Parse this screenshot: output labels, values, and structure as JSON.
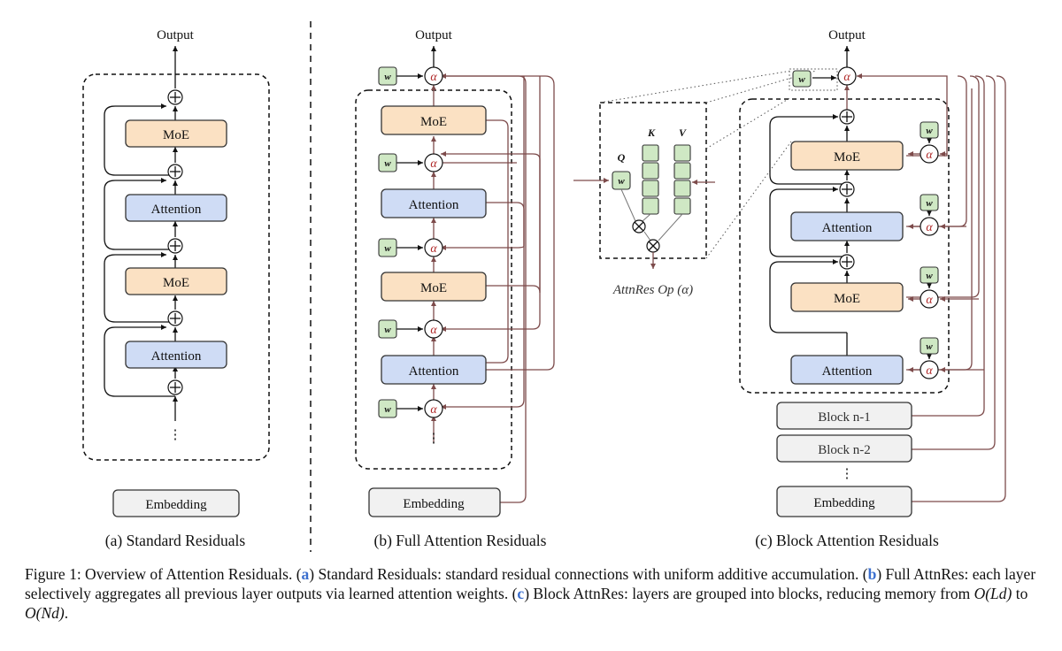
{
  "labels": {
    "output": "Output",
    "moe": "MoE",
    "attention": "Attention",
    "embedding": "Embedding",
    "alpha": "α",
    "w": "w",
    "ellipsis": "⋮",
    "q": "Q",
    "k": "K",
    "v": "V",
    "attnres_op": "AttnRes Op (α)",
    "block_n1": "Block n-1",
    "block_n2": "Block n-2"
  },
  "panels": {
    "a": "(a) Standard Residuals",
    "b": "(b) Full Attention Residuals",
    "c": "(c) Block Attention Residuals"
  },
  "caption": {
    "prefix": "Figure 1: Overview of Attention Residuals. (",
    "a_ref": "a",
    "a_text": ") Standard Residuals: standard residual connections with uniform additive accumulation. (",
    "b_ref": "b",
    "b_text": ") Full AttnRes: each layer selectively aggregates all previous layer outputs via learned attention weights. (",
    "c_ref": "c",
    "c_text": ") Block AttnRes: layers are grouped into blocks, reducing memory from ",
    "m1": "O(Ld)",
    "mid": " to ",
    "m2": "O(Nd)",
    "end": "."
  },
  "colors": {
    "moe": "#fbe1c3",
    "attention": "#cfdcf5",
    "weight": "#cfe8c4",
    "residual_link": "#7d4b4b",
    "alpha": "#b02a2a",
    "ref": "#3b6fcf"
  }
}
